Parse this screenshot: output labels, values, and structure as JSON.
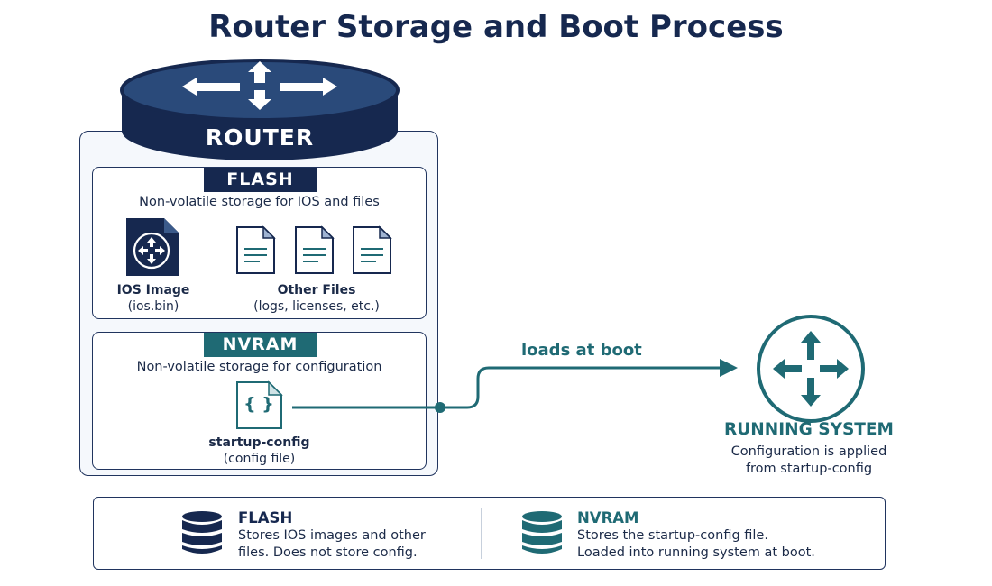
{
  "title": "Router Storage and Boot Process",
  "router": {
    "label": "ROUTER"
  },
  "flash": {
    "tag": "FLASH",
    "description": "Non-volatile storage for IOS and files",
    "ios_image": {
      "name": "IOS Image",
      "file": "(ios.bin)"
    },
    "other_files": {
      "name": "Other Files",
      "detail": "(logs, licenses, etc.)"
    }
  },
  "nvram": {
    "tag": "NVRAM",
    "description": "Non-volatile storage for configuration",
    "config_icon_text": "{ }",
    "startup_config": {
      "name": "startup-config",
      "detail": "(config file)"
    }
  },
  "connector": {
    "label": "loads at boot"
  },
  "running_system": {
    "title": "RUNNING SYSTEM",
    "desc_line1": "Configuration is applied",
    "desc_line2": "from startup-config"
  },
  "legend": {
    "flash": {
      "title": "FLASH",
      "line1": "Stores IOS images and other",
      "line2": "files. Does not store config."
    },
    "nvram": {
      "title": "NVRAM",
      "line1": "Stores the startup-config file.",
      "line2": "Loaded into running system at boot."
    }
  },
  "colors": {
    "navy": "#16284f",
    "teal": "#1f6a74",
    "panel_bg": "#f5f8fc"
  }
}
